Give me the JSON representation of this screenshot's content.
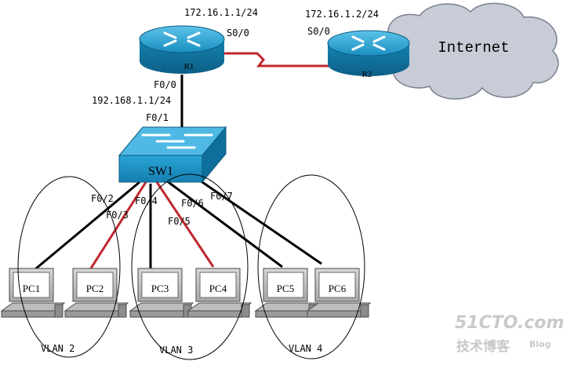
{
  "routers": {
    "r1": {
      "name": "R1",
      "s0_ip": "172.16.1.1/24",
      "s0_port": "S0/0",
      "f0_port": "F0/0",
      "f0_ip": "192.168.1.1/24"
    },
    "r2": {
      "name": "R2",
      "s0_ip": "172.16.1.2/24",
      "s0_port": "S0/0"
    }
  },
  "cloud": {
    "label": "Internet"
  },
  "switch": {
    "name": "SW1",
    "uplink_port": "F0/1"
  },
  "ports": [
    "F0/2",
    "F0/3",
    "F0/4",
    "F0/5",
    "F0/6",
    "F0/7"
  ],
  "pcs": [
    "PC1",
    "PC2",
    "PC3",
    "PC4",
    "PC5",
    "PC6"
  ],
  "vlans": [
    "VLAN 2",
    "VLAN 3",
    "VLAN 4"
  ],
  "watermark": {
    "line1": "51CTO.com",
    "line2": "技术博客",
    "line3": "Blog"
  },
  "colors": {
    "device_blue": "#1a8fc0",
    "trunk_red": "#c0282f",
    "access_black": "#000000",
    "cloud": "#c8ccd6"
  }
}
